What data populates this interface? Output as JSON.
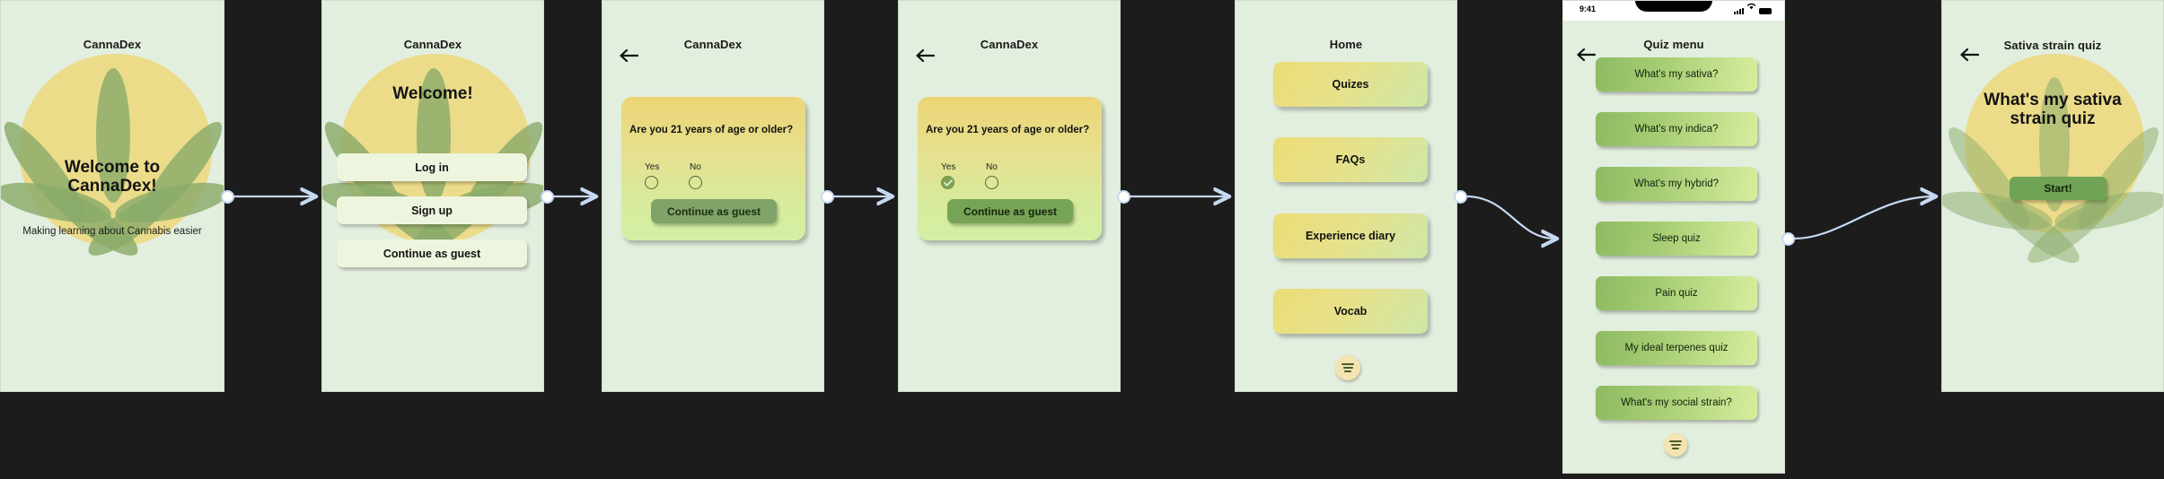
{
  "theme": {
    "canvas_bg": "#1c1c1c",
    "screen_bg": "#e2eede",
    "accent_green": "#7fa368",
    "accent_yellow": "#ecdc8a",
    "connector_blue": "#c6d8f2"
  },
  "screens": [
    {
      "id": "welcome-splash",
      "title": "CannaDex",
      "heading": "Welcome to CannaDex!",
      "subheading": "Making learning about Cannabis easier"
    },
    {
      "id": "welcome-auth",
      "title": "CannaDex",
      "heading": "Welcome!",
      "buttons": [
        {
          "label": "Log in"
        },
        {
          "label": "Sign up"
        },
        {
          "label": "Continue as guest"
        }
      ]
    },
    {
      "id": "age-gate-unanswered",
      "title": "CannaDex",
      "back_icon": "back-arrow-icon",
      "question": "Are you 21 years of age or older?",
      "options": [
        {
          "label": "Yes",
          "checked": false
        },
        {
          "label": "No",
          "checked": false
        }
      ],
      "cta": "Continue as guest",
      "cta_state": "disabled"
    },
    {
      "id": "age-gate-answered",
      "title": "CannaDex",
      "back_icon": "back-arrow-icon",
      "question": "Are you 21 years of age or older?",
      "options": [
        {
          "label": "Yes",
          "checked": true
        },
        {
          "label": "No",
          "checked": false
        }
      ],
      "cta": "Continue as guest",
      "cta_state": "enabled"
    },
    {
      "id": "home",
      "title": "Home",
      "tiles": [
        {
          "label": "Quizes"
        },
        {
          "label": "FAQs"
        },
        {
          "label": "Experience diary"
        },
        {
          "label": "Vocab"
        }
      ],
      "fab_icon": "menu-lines-icon"
    },
    {
      "id": "quiz-menu",
      "title": "Quiz menu",
      "back_icon": "back-arrow-icon",
      "statusbar": {
        "time": "9:41",
        "signal_icon": "cellular-signal-icon",
        "wifi_icon": "wifi-icon",
        "battery_icon": "battery-full-icon"
      },
      "items": [
        {
          "label": "What's my sativa?"
        },
        {
          "label": "What's my indica?"
        },
        {
          "label": "What's my hybrid?"
        },
        {
          "label": "Sleep quiz"
        },
        {
          "label": "Pain quiz"
        },
        {
          "label": "My ideal terpenes quiz"
        },
        {
          "label": "What's my social strain?"
        }
      ],
      "fab_icon": "menu-lines-icon"
    },
    {
      "id": "sativa-strain-quiz",
      "title": "Sativa strain quiz",
      "back_icon": "back-arrow-icon",
      "heading": "What's my sativa strain quiz",
      "cta": "Start!"
    }
  ]
}
